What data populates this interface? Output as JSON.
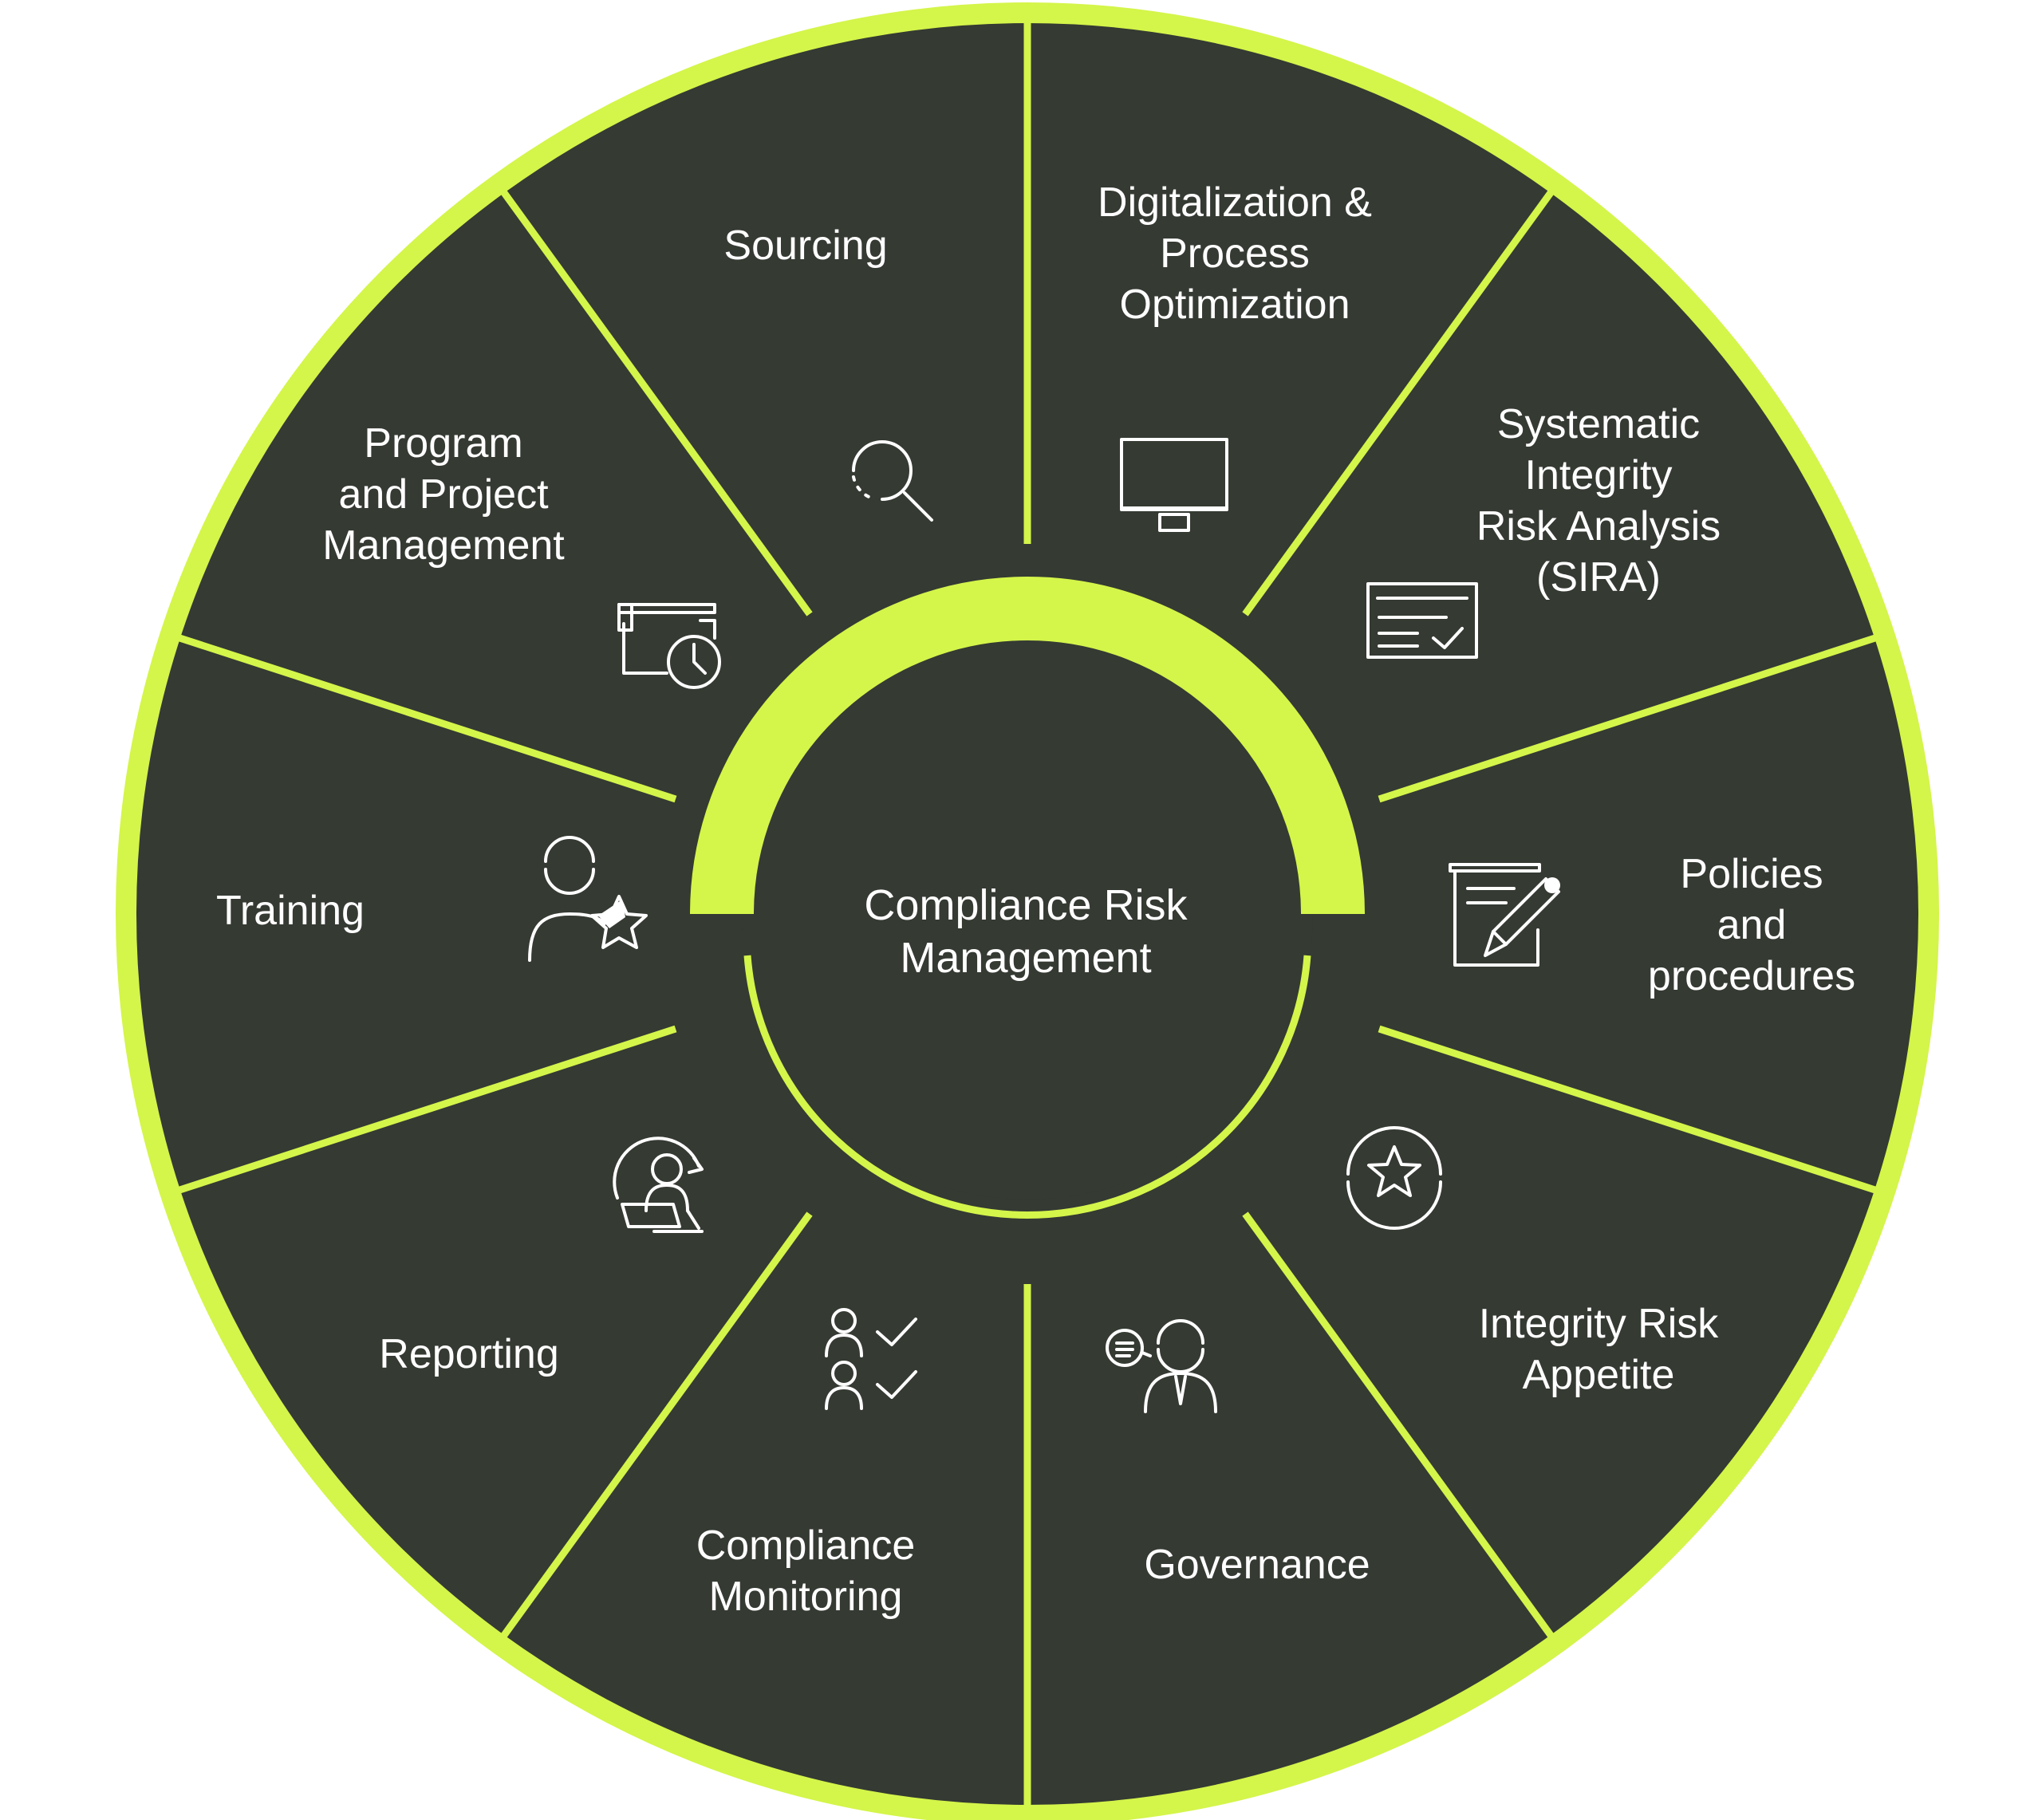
{
  "center": {
    "label": "Compliance Risk\nManagement"
  },
  "segments": [
    {
      "id": "sourcing",
      "label": "Sourcing",
      "icon": "magnifier-icon"
    },
    {
      "id": "digitalization",
      "label": "Digitalization &\nProcess\nOptimization",
      "icon": "monitor-icon"
    },
    {
      "id": "sira",
      "label": "Systematic\nIntegrity\nRisk Analysis\n(SIRA)",
      "icon": "checklist-card-icon"
    },
    {
      "id": "policies",
      "label": "Policies\nand\nprocedures",
      "icon": "document-pen-icon"
    },
    {
      "id": "appetite",
      "label": "Integrity Risk\nAppetite",
      "icon": "star-badge-icon"
    },
    {
      "id": "governance",
      "label": "Governance",
      "icon": "person-speech-icon"
    },
    {
      "id": "monitoring",
      "label": "Compliance\nMonitoring",
      "icon": "people-checkmarks-icon"
    },
    {
      "id": "reporting",
      "label": "Reporting",
      "icon": "person-laptop-icon"
    },
    {
      "id": "training",
      "label": "Training",
      "icon": "person-star-icon"
    },
    {
      "id": "program",
      "label": "Program\nand Project\nManagement",
      "icon": "calendar-clock-icon"
    }
  ],
  "colors": {
    "fill": "#353a33",
    "accent": "#d4f54a",
    "text": "#ffffff"
  }
}
